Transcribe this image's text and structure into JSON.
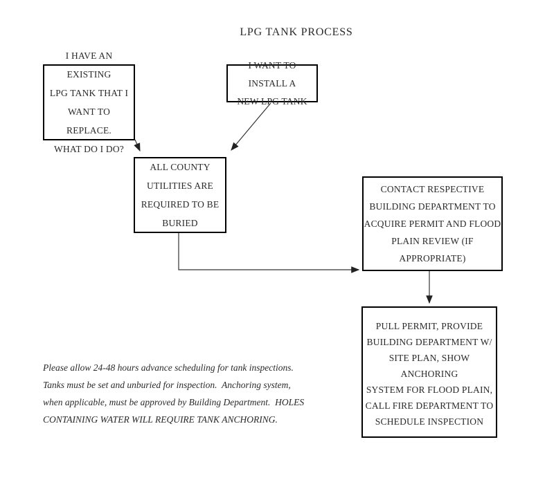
{
  "title": "LPG TANK PROCESS",
  "nodes": {
    "existing": {
      "lines": [
        "I HAVE AN EXISTING",
        "LPG TANK THAT I",
        "WANT TO REPLACE.",
        "WHAT DO I DO?"
      ]
    },
    "install_new": {
      "lines": [
        "I WANT TO INSTALL A",
        "NEW LPG TANK"
      ]
    },
    "buried": {
      "lines": [
        "ALL COUNTY",
        "UTILITIES ARE",
        "REQUIRED TO BE",
        "BURIED"
      ]
    },
    "contact_building": {
      "lines": [
        "CONTACT RESPECTIVE",
        "BUILDING DEPARTMENT TO",
        "ACQUIRE PERMIT AND FLOOD",
        "PLAIN REVIEW (IF",
        "APPROPRIATE)"
      ]
    },
    "pull_permit": {
      "lines": [
        "PULL PERMIT, PROVIDE",
        "BUILDING DEPARTMENT W/",
        "SITE PLAN, SHOW ANCHORING",
        "SYSTEM FOR FLOOD PLAIN,",
        "CALL FIRE DEPARTMENT TO",
        "SCHEDULE INSPECTION"
      ]
    }
  },
  "connections": [
    {
      "from": "existing",
      "to": "buried"
    },
    {
      "from": "install_new",
      "to": "buried"
    },
    {
      "from": "buried",
      "to": "contact_building"
    },
    {
      "from": "contact_building",
      "to": "pull_permit"
    }
  ],
  "note": {
    "lines": [
      "Please allow 24-48 hours advance scheduling for tank inspections.",
      "Tanks must be set and unburied for inspection.  Anchoring system,",
      "when applicable, must be approved by Building Department.  HOLES",
      "CONTAINING WATER WILL REQUIRE TANK ANCHORING."
    ]
  },
  "colors": {
    "background": "#ffffff",
    "box_border": "#000000",
    "text": "#2a2a2a",
    "arrow": "#333333"
  }
}
